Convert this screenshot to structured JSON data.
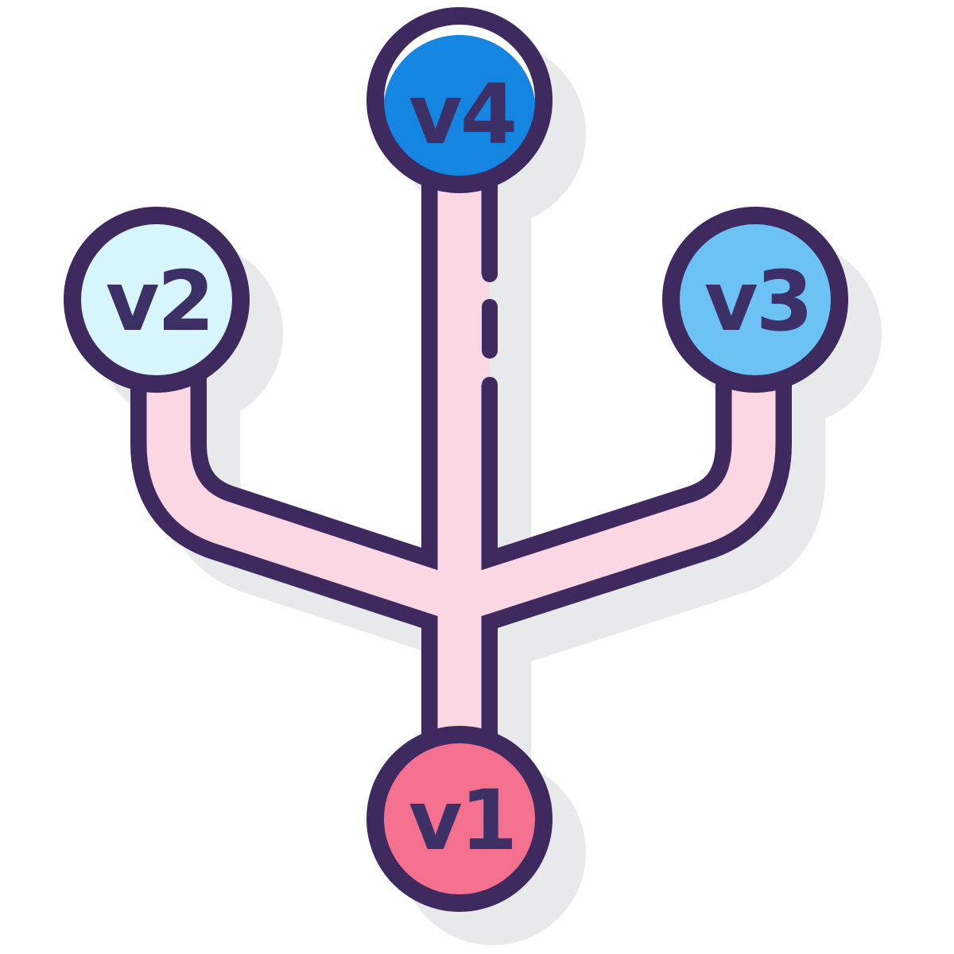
{
  "diagram": {
    "name": "version-branch-fork-illustration",
    "description": "Flat filled-outline icon of a version-control fork: base node v1 branches into v2, v3 and v4",
    "nodes": [
      {
        "id": "v1",
        "label": "v1",
        "position": "bottom",
        "fill": "#f4708f"
      },
      {
        "id": "v2",
        "label": "v2",
        "position": "left",
        "fill": "#d6f6fb"
      },
      {
        "id": "v3",
        "label": "v3",
        "position": "right",
        "fill": "#6cc2f4"
      },
      {
        "id": "v4",
        "label": "v4",
        "position": "top",
        "fill": "#1585e2"
      }
    ],
    "edges": [
      {
        "from": "v1",
        "to": "v2",
        "style": "solid"
      },
      {
        "from": "v1",
        "to": "v3",
        "style": "solid"
      },
      {
        "from": "v1",
        "to": "v4",
        "style": "partially-dashed"
      }
    ],
    "colors": {
      "outline": "#3e2a5f",
      "branch_fill": "#fad7e2",
      "shadow": "#e8e9eb",
      "highlight": "#ffffff",
      "background": "#ffffff",
      "label_text": "#3d3066"
    }
  }
}
